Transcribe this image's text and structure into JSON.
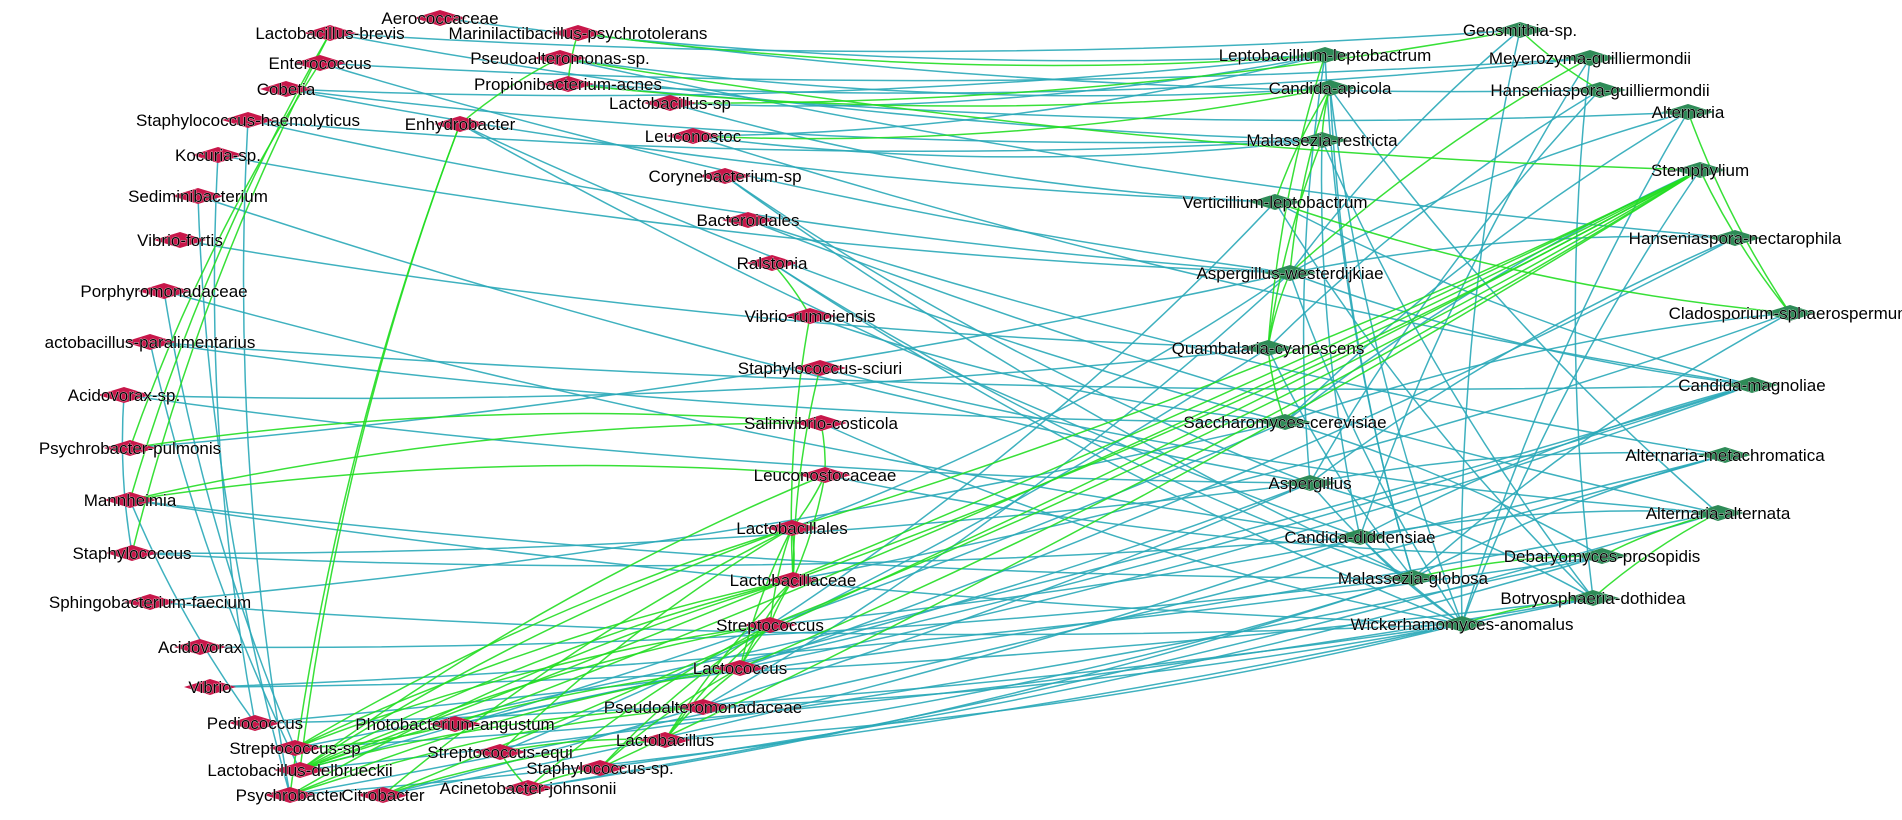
{
  "colors": {
    "bacteria_node": "#c8174a",
    "fungi_node": "#2e8b57",
    "edge_negative": "#2aa8b8",
    "edge_positive": "#22dd22",
    "background": "#ffffff"
  },
  "bacteria": [
    {
      "id": "b1",
      "label": "Aerococcaceae"
    },
    {
      "id": "b2",
      "label": "Lactobacillus-brevis"
    },
    {
      "id": "b3",
      "label": "Marinilactibacillus-psychrotolerans"
    },
    {
      "id": "b4",
      "label": "Enterococcus"
    },
    {
      "id": "b5",
      "label": "Pseudoalteromonas-sp."
    },
    {
      "id": "b6",
      "label": "Cobetia"
    },
    {
      "id": "b7",
      "label": "Propionibacterium-acnes"
    },
    {
      "id": "b8",
      "label": "Lactobacillus-sp"
    },
    {
      "id": "b9",
      "label": "Staphylococcus-haemolyticus"
    },
    {
      "id": "b10",
      "label": "Enhydrobacter"
    },
    {
      "id": "b11",
      "label": "Leuconostoc"
    },
    {
      "id": "b12",
      "label": "Kocuria-sp."
    },
    {
      "id": "b13",
      "label": "Corynebacterium-sp"
    },
    {
      "id": "b14",
      "label": "Sediminibacterium"
    },
    {
      "id": "b15",
      "label": "Bacteroidales"
    },
    {
      "id": "b16",
      "label": "Vibrio-fortis"
    },
    {
      "id": "b17",
      "label": "Ralstonia"
    },
    {
      "id": "b18",
      "label": "Porphyromonadaceae"
    },
    {
      "id": "b19",
      "label": "Vibrio-rumoiensis"
    },
    {
      "id": "b20",
      "label": "actobacillus-paralimentarius"
    },
    {
      "id": "b21",
      "label": "Staphylococcus-sciuri"
    },
    {
      "id": "b22",
      "label": "Acidovorax-sp."
    },
    {
      "id": "b23",
      "label": "Salinivibrio-costicola"
    },
    {
      "id": "b24",
      "label": "Psychrobacter-pulmonis"
    },
    {
      "id": "b25",
      "label": "Leuconostocaceae"
    },
    {
      "id": "b26",
      "label": "Mannheimia"
    },
    {
      "id": "b27",
      "label": "Lactobacillales"
    },
    {
      "id": "b28",
      "label": "Staphylococcus"
    },
    {
      "id": "b29",
      "label": "Lactobacillaceae"
    },
    {
      "id": "b30",
      "label": "Sphingobacterium-faecium"
    },
    {
      "id": "b31",
      "label": "Streptococcus"
    },
    {
      "id": "b32",
      "label": "Acidovorax"
    },
    {
      "id": "b33",
      "label": "Lactococcus"
    },
    {
      "id": "b34",
      "label": "Vibrio"
    },
    {
      "id": "b35",
      "label": "Pseudoalteromonadaceae"
    },
    {
      "id": "b36",
      "label": "Pediococcus"
    },
    {
      "id": "b37",
      "label": "Photobacterium-angustum"
    },
    {
      "id": "b38",
      "label": "Lactobacillus"
    },
    {
      "id": "b39",
      "label": "Streptococcus-sp"
    },
    {
      "id": "b40",
      "label": "Streptococcus-equi"
    },
    {
      "id": "b41",
      "label": "Lactobacillus-delbrueckii"
    },
    {
      "id": "b42",
      "label": "Staphylococcus-sp."
    },
    {
      "id": "b43",
      "label": "Psychrobacter"
    },
    {
      "id": "b44",
      "label": "Citrobacter"
    },
    {
      "id": "b45",
      "label": "Acinetobacter-johnsonii"
    }
  ],
  "fungi": [
    {
      "id": "f1",
      "label": "Geosmithia-sp."
    },
    {
      "id": "f2",
      "label": "Leptobacillium-leptobactrum"
    },
    {
      "id": "f3",
      "label": "Meyerozyma-guilliermondii"
    },
    {
      "id": "f4",
      "label": "Candida-apicola"
    },
    {
      "id": "f5",
      "label": "Hanseniaspora-guilliermondii"
    },
    {
      "id": "f6",
      "label": "Alternaria"
    },
    {
      "id": "f7",
      "label": "Malassezia-restricta"
    },
    {
      "id": "f8",
      "label": "Stemphylium"
    },
    {
      "id": "f9",
      "label": "Verticillium-leptobactrum"
    },
    {
      "id": "f10",
      "label": "Hanseniaspora-nectarophila"
    },
    {
      "id": "f11",
      "label": "Aspergillus-westerdijkiae"
    },
    {
      "id": "f12",
      "label": "Cladosporium-sphaerospermum"
    },
    {
      "id": "f13",
      "label": "Quambalaria-cyanescens"
    },
    {
      "id": "f14",
      "label": "Candida-magnoliae"
    },
    {
      "id": "f15",
      "label": "Saccharomyces-cerevisiae"
    },
    {
      "id": "f16",
      "label": "Alternaria-metachromatica"
    },
    {
      "id": "f17",
      "label": "Aspergillus"
    },
    {
      "id": "f18",
      "label": "Alternaria-alternata"
    },
    {
      "id": "f19",
      "label": "Candida-diddensiae"
    },
    {
      "id": "f20",
      "label": "Debaryomyces-prosopidis"
    },
    {
      "id": "f21",
      "label": "Malassezia-globosa"
    },
    {
      "id": "f22",
      "label": "Botryosphaeria-dothidea"
    },
    {
      "id": "f23",
      "label": "Wickerhamomyces-anomalus"
    }
  ],
  "edges_positive": [
    [
      "b29",
      "b25"
    ],
    [
      "b29",
      "b27"
    ],
    [
      "b29",
      "b31"
    ],
    [
      "b29",
      "b33"
    ],
    [
      "b29",
      "b38"
    ],
    [
      "b29",
      "b41"
    ],
    [
      "b29",
      "b39"
    ],
    [
      "b29",
      "b43"
    ],
    [
      "b27",
      "b25"
    ],
    [
      "b27",
      "b31"
    ],
    [
      "b27",
      "b33"
    ],
    [
      "b27",
      "b41"
    ],
    [
      "b27",
      "b39"
    ],
    [
      "b27",
      "b40"
    ],
    [
      "b27",
      "b44"
    ],
    [
      "b31",
      "b33"
    ],
    [
      "b31",
      "b38"
    ],
    [
      "b31",
      "b41"
    ],
    [
      "b31",
      "b39"
    ],
    [
      "b31",
      "b42"
    ],
    [
      "b31",
      "b45"
    ],
    [
      "b33",
      "b38"
    ],
    [
      "b33",
      "b41"
    ],
    [
      "b33",
      "b43"
    ],
    [
      "b33",
      "b42"
    ],
    [
      "b25",
      "b23"
    ],
    [
      "b25",
      "b26"
    ],
    [
      "b25",
      "b41"
    ],
    [
      "b23",
      "b26"
    ],
    [
      "b23",
      "b24"
    ],
    [
      "b19",
      "b17"
    ],
    [
      "b19",
      "b29"
    ],
    [
      "b21",
      "b29"
    ],
    [
      "b35",
      "b41"
    ],
    [
      "b35",
      "b43"
    ],
    [
      "b38",
      "b40"
    ],
    [
      "b38",
      "b44"
    ],
    [
      "b42",
      "b45"
    ],
    [
      "b40",
      "b45"
    ],
    [
      "b39",
      "b37"
    ],
    [
      "b2",
      "b26"
    ],
    [
      "b2",
      "b28"
    ],
    [
      "b4",
      "b24"
    ],
    [
      "b10",
      "b43"
    ],
    [
      "b10",
      "b41"
    ],
    [
      "b5",
      "b10"
    ],
    [
      "b3",
      "b7"
    ],
    [
      "b5",
      "f8"
    ],
    [
      "b7",
      "f4"
    ],
    [
      "b11",
      "f4"
    ],
    [
      "b8",
      "f1"
    ],
    [
      "b3",
      "f2"
    ],
    [
      "b31",
      "f8"
    ],
    [
      "b33",
      "f8"
    ],
    [
      "b29",
      "f8"
    ],
    [
      "b27",
      "f8"
    ],
    [
      "b42",
      "f8"
    ],
    [
      "b37",
      "f8"
    ],
    [
      "b44",
      "f8"
    ],
    [
      "b41",
      "f8"
    ],
    [
      "f4",
      "f7"
    ],
    [
      "f4",
      "f9"
    ],
    [
      "f4",
      "f11"
    ],
    [
      "f7",
      "f13"
    ],
    [
      "f11",
      "f13"
    ],
    [
      "f8",
      "f12"
    ],
    [
      "f6",
      "f12"
    ],
    [
      "f2",
      "f13"
    ],
    [
      "f18",
      "f20"
    ],
    [
      "f18",
      "f22"
    ],
    [
      "f20",
      "f21"
    ],
    [
      "f22",
      "f23"
    ],
    [
      "f1",
      "f5"
    ],
    [
      "f3",
      "f11"
    ],
    [
      "f9",
      "f12"
    ],
    [
      "f13",
      "f15"
    ]
  ],
  "edges_negative": [
    [
      "b1",
      "f2"
    ],
    [
      "b2",
      "f1"
    ],
    [
      "b3",
      "f5"
    ],
    [
      "b4",
      "f3"
    ],
    [
      "b5",
      "f4"
    ],
    [
      "b6",
      "f2"
    ],
    [
      "b6",
      "f7"
    ],
    [
      "b7",
      "f3"
    ],
    [
      "b8",
      "f2"
    ],
    [
      "b9",
      "f11"
    ],
    [
      "b10",
      "f15"
    ],
    [
      "b10",
      "f19"
    ],
    [
      "b11",
      "f7"
    ],
    [
      "b11",
      "f14"
    ],
    [
      "b13",
      "f17"
    ],
    [
      "b13",
      "f21"
    ],
    [
      "b15",
      "f16"
    ],
    [
      "b15",
      "f18"
    ],
    [
      "b17",
      "f21"
    ],
    [
      "b17",
      "f23"
    ],
    [
      "b12",
      "f11"
    ],
    [
      "b14",
      "f17"
    ],
    [
      "b16",
      "f13"
    ],
    [
      "b18",
      "f19"
    ],
    [
      "b20",
      "f15"
    ],
    [
      "b20",
      "f14"
    ],
    [
      "b22",
      "f13"
    ],
    [
      "b22",
      "f17"
    ],
    [
      "b24",
      "f11"
    ],
    [
      "b26",
      "f21"
    ],
    [
      "b26",
      "f23"
    ],
    [
      "b28",
      "f19"
    ],
    [
      "b28",
      "f17"
    ],
    [
      "b30",
      "f23"
    ],
    [
      "b30",
      "f15"
    ],
    [
      "b32",
      "f21"
    ],
    [
      "b34",
      "f22"
    ],
    [
      "b34",
      "f20"
    ],
    [
      "b36",
      "f23"
    ],
    [
      "b36",
      "f18"
    ],
    [
      "b37",
      "f14"
    ],
    [
      "b37",
      "f17"
    ],
    [
      "b38",
      "f21"
    ],
    [
      "b38",
      "f23"
    ],
    [
      "b41",
      "f20"
    ],
    [
      "b41",
      "f15"
    ],
    [
      "b39",
      "f22"
    ],
    [
      "b39",
      "f14"
    ],
    [
      "b43",
      "f23"
    ],
    [
      "b43",
      "f16"
    ],
    [
      "b44",
      "f17"
    ],
    [
      "b44",
      "f19"
    ],
    [
      "b45",
      "f21"
    ],
    [
      "b45",
      "f18"
    ],
    [
      "b35",
      "f22"
    ],
    [
      "b35",
      "f11"
    ],
    [
      "b42",
      "f20"
    ],
    [
      "b40",
      "f13"
    ],
    [
      "b33",
      "f14"
    ],
    [
      "b33",
      "f10"
    ],
    [
      "b31",
      "f16"
    ],
    [
      "b31",
      "f9"
    ],
    [
      "b29",
      "f12"
    ],
    [
      "b27",
      "f11"
    ],
    [
      "b25",
      "f20"
    ],
    [
      "b23",
      "f23"
    ],
    [
      "b21",
      "f18"
    ],
    [
      "b19",
      "f15"
    ],
    [
      "b9",
      "f7"
    ],
    [
      "b6",
      "f9"
    ],
    [
      "b4",
      "f11"
    ],
    [
      "b2",
      "f7"
    ],
    [
      "b5",
      "f10"
    ],
    [
      "b7",
      "f6"
    ],
    [
      "b8",
      "f9"
    ],
    [
      "b11",
      "f2"
    ],
    [
      "f1",
      "f23"
    ],
    [
      "f1",
      "f11"
    ],
    [
      "f2",
      "f21"
    ],
    [
      "f2",
      "f17"
    ],
    [
      "f3",
      "f22"
    ],
    [
      "f3",
      "f19"
    ],
    [
      "f4",
      "f23"
    ],
    [
      "f4",
      "f21"
    ],
    [
      "f4",
      "f18"
    ],
    [
      "f5",
      "f13"
    ],
    [
      "f5",
      "f17"
    ],
    [
      "f6",
      "f15"
    ],
    [
      "f6",
      "f23"
    ],
    [
      "f6",
      "f11"
    ],
    [
      "f7",
      "f19"
    ],
    [
      "f7",
      "f22"
    ],
    [
      "f8",
      "f23"
    ],
    [
      "f8",
      "f15"
    ],
    [
      "f9",
      "f22"
    ],
    [
      "f9",
      "f14"
    ],
    [
      "f10",
      "f17"
    ],
    [
      "f10",
      "f11"
    ],
    [
      "f11",
      "f23"
    ],
    [
      "f11",
      "f14"
    ],
    [
      "f12",
      "f21"
    ],
    [
      "f12",
      "f15"
    ],
    [
      "f13",
      "f21"
    ],
    [
      "f14",
      "f19"
    ],
    [
      "f16",
      "f21"
    ],
    [
      "f16",
      "f17"
    ],
    [
      "f17",
      "f23"
    ],
    [
      "f18",
      "f19"
    ],
    [
      "f19",
      "f23"
    ],
    [
      "f20",
      "f15"
    ],
    [
      "f22",
      "f17"
    ],
    [
      "b20",
      "b41"
    ],
    [
      "b18",
      "b39"
    ],
    [
      "b22",
      "b28"
    ],
    [
      "b26",
      "b36"
    ],
    [
      "b9",
      "b43"
    ],
    [
      "b12",
      "b36"
    ],
    [
      "b14",
      "b43"
    ]
  ]
}
